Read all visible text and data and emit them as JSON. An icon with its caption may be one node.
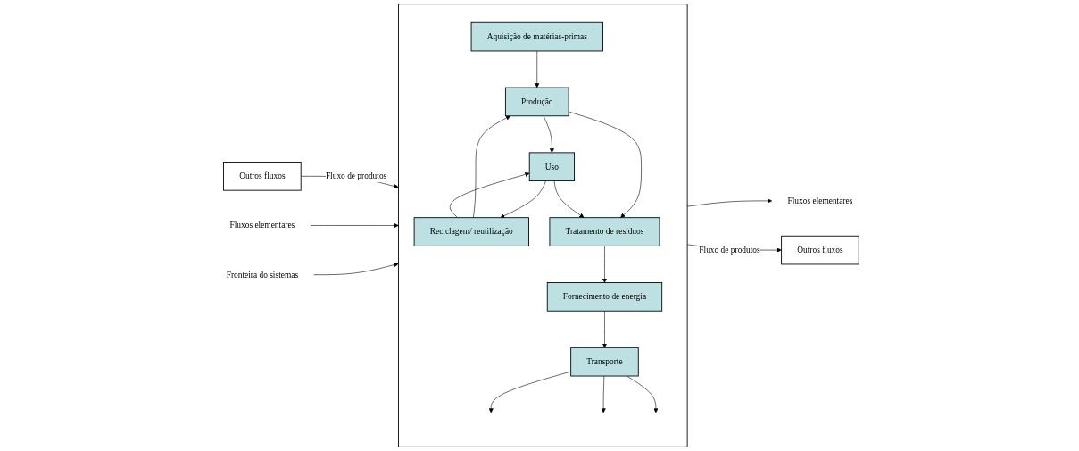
{
  "diagram": {
    "nodes": [
      {
        "text": [],
        "shape": "box"
      },
      {
        "text": [
          "Aquisição de matérias-primas"
        ],
        "in": 0
      },
      {
        "text": [
          "Transporte"
        ],
        "in": 0
      },
      {
        "text": [
          "Produção"
        ],
        "in": 0
      },
      {
        "text": [
          "Uso"
        ],
        "in": 0
      },
      {
        "text": [
          "Fornecimento de energia"
        ],
        "in": 0
      },
      {
        "text": [
          "Reciclagem/ reutilização"
        ],
        "in": 0
      },
      {
        "text": [
          "Tratamento de resíduos"
        ],
        "in": 0
      },
      {
        "text": [
          "Outros fluxos"
        ]
      },
      {
        "text": [
          "Fluxos elementares"
        ]
      },
      {
        "text": [
          "Fronteira do sistemas"
        ]
      },
      {
        "text": [
          "Fluxos elementares"
        ]
      },
      {
        "text": [
          "Outros fluxos"
        ]
      }
    ],
    "edges": [
      {
        "from": 2,
        "to": null,
        "arrow": "to"
      },
      {
        "from": 2,
        "to": null,
        "arrow": "to"
      },
      {
        "from": 2,
        "to": null,
        "arrow": "to"
      },
      {
        "from": 1,
        "to": 3,
        "arrow": "to"
      },
      {
        "from": 6,
        "to": 3,
        "arrow": "to"
      },
      {
        "from": 3,
        "to": 4,
        "arrow": "to"
      },
      {
        "from": 6,
        "to": 4,
        "arrow": "to"
      },
      {
        "from": 3,
        "to": 7,
        "arrow": "to"
      },
      {
        "from": 4,
        "to": 6,
        "arrow": "to"
      },
      {
        "from": 4,
        "to": 7,
        "arrow": "to"
      },
      {
        "from": 7,
        "to": 5,
        "arrow": "to"
      },
      {
        "from": 5,
        "to": 2,
        "arrow": "to"
      },
      {
        "from": 8,
        "to": 0,
        "arrow": "to",
        "label": "Fluxo de produtos"
      },
      {
        "from": 9,
        "to": 0,
        "arrow": "to"
      },
      {
        "from": 10,
        "to": 0,
        "arrow": "to"
      },
      {
        "from": 0,
        "to": 11,
        "arrow": "to"
      },
      {
        "from": 0,
        "to": 12,
        "arrow": "to",
        "label": "Fluxo de produtos"
      }
    ]
  }
}
